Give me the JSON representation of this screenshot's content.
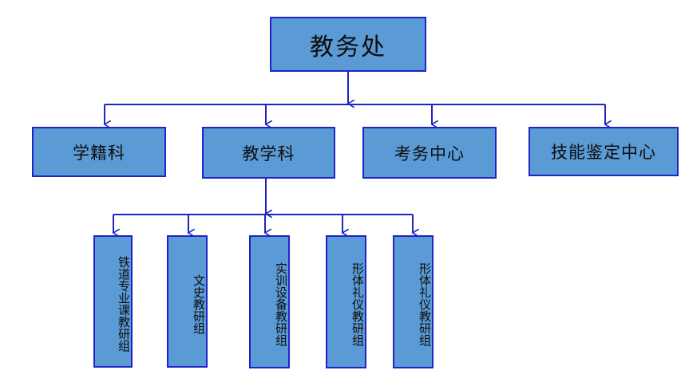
{
  "diagram": {
    "root": {
      "label": "教务处"
    },
    "departments": [
      {
        "label": "学籍科"
      },
      {
        "label": "教学科"
      },
      {
        "label": "考务中心"
      },
      {
        "label": "技能鉴定中心"
      }
    ],
    "groups": [
      {
        "label": "铁道专业课教研组"
      },
      {
        "label": "文史教研组"
      },
      {
        "label": "实训设备教研组"
      },
      {
        "label": "形体礼仪教研组"
      },
      {
        "label": "形体礼仪教研组"
      }
    ],
    "colors": {
      "box_fill": "#5b9bd5",
      "box_border": "#1f23c8",
      "connector": "#1f23c8",
      "text": "#0d0d0d"
    }
  }
}
